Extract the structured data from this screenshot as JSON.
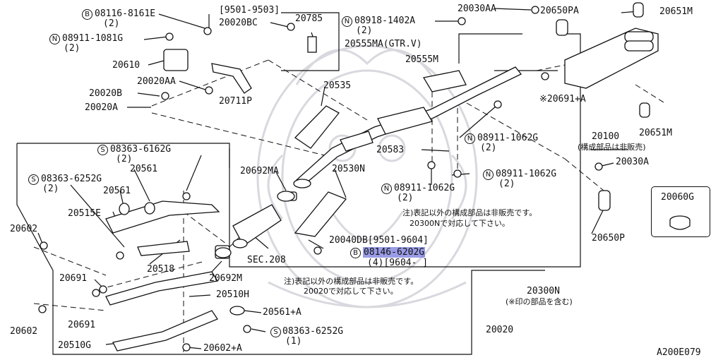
{
  "diagram": {
    "id_code": "A200E079",
    "parts": {
      "p20030AA": "20030AA",
      "p20650PA": "20650PA",
      "p20651M_top": "20651M",
      "p08116": "08116-8161E",
      "p08116_qty": "(2)",
      "p08911_1081": "08911-1081G",
      "p08911_1081_qty": "(2)",
      "date_9501_9503": "[9501-9503]",
      "p20785": "20785",
      "p20020BC": "20020BC",
      "p08918": "08918-1402A",
      "p08918_qty": "(2)",
      "p20555MA": "20555MA(GTR.V)",
      "p20555M": "20555M",
      "p20610": "20610",
      "p20020AA": "20020AA",
      "p20020B": "20020B",
      "p20020A": "20020A",
      "p20711P": "20711P",
      "p20535": "20535",
      "p20691A": "20691+A",
      "p20100": "20100",
      "p20100_note": "(構成部品は非販売)",
      "p20651M_mid": "20651M",
      "p08911_1062_a": "08911-1062G",
      "p08911_1062_a_qty": "(2)",
      "p20583": "20583",
      "p20030A": "20030A",
      "p08911_1062_b": "08911-1062G",
      "p08911_1062_b_qty": "(2)",
      "p08363_6162": "08363-6162G",
      "p08363_6162_qty": "(2)",
      "p20692MA": "20692MA",
      "p20530N": "20530N",
      "p08363_6252_top": "08363-6252G",
      "p08363_6252_top_qty": "(2)",
      "p20561_a": "20561",
      "p20561_b": "20561",
      "p08911_1062_c": "08911-1062G",
      "p08911_1062_c_qty": "(2)",
      "p20060G": "20060G",
      "p20515E": "20515E",
      "note_top_l1": "注)表記以外の構成部品は非販売です。",
      "note_top_l2": "20300Nで対応して下さい。",
      "p20650P": "20650P",
      "p20602_top": "20602",
      "p20040DB": "20040DB[9501-9604]",
      "p08146": "08146-6202G",
      "p08146_qty": "(4)[9604-    ]",
      "sec208": "SEC.208",
      "p20518": "20518",
      "p20692M": "20692M",
      "p20691_a": "20691",
      "note_bot_l1": "注)表記以外の構成部品は非販売です。",
      "note_bot_l2": "20020で対応して下さい。",
      "p20300N": "20300N",
      "p20300N_note": "(※印の部品を含む)",
      "p20510H": "20510H",
      "p20561A": "20561+A",
      "p20691_b": "20691",
      "p20602_bot": "20602",
      "p08363_6252_bot": "08363-6252G",
      "p08363_6252_bot_qty": "(1)",
      "p20020": "20020",
      "p20510G": "20510G",
      "p20602A": "20602+A"
    },
    "symbols": {
      "bolt": "B",
      "nut": "N",
      "screw": "S",
      "ref_mark": "※"
    },
    "colors": {
      "line": "#111111",
      "highlight": "#5c60d6",
      "watermark": "#cfcfd6"
    }
  }
}
